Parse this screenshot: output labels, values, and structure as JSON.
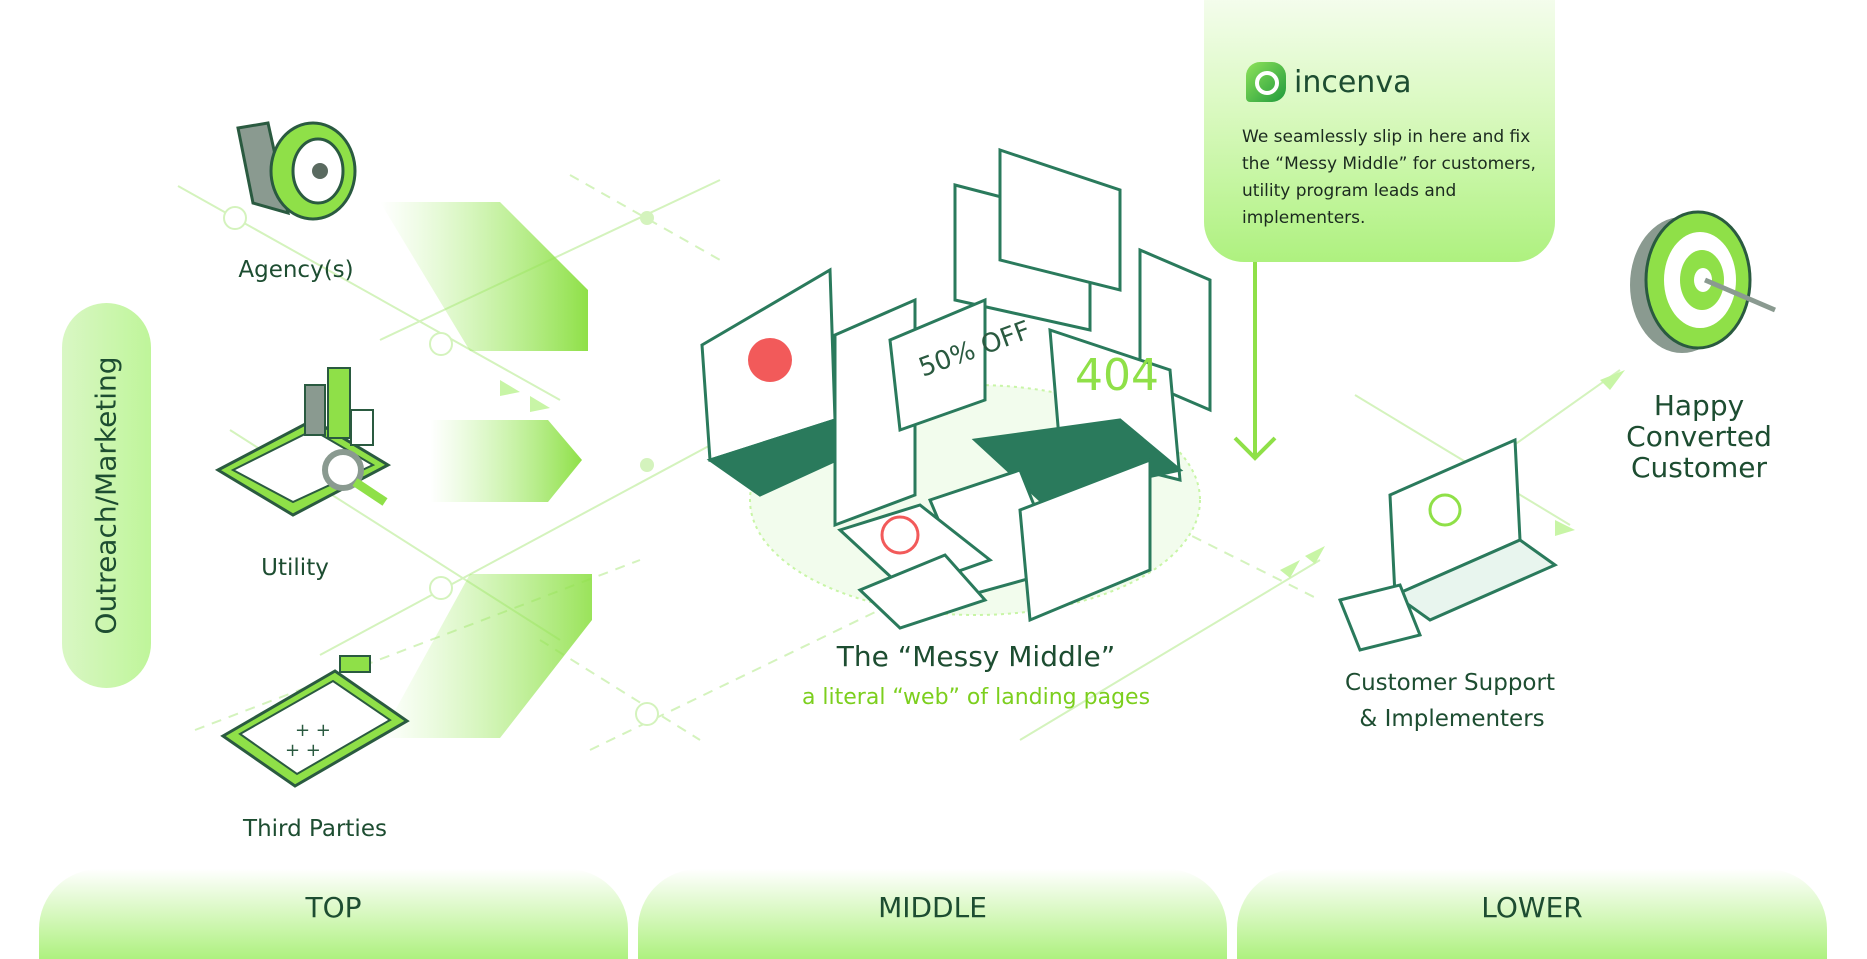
{
  "sidebar_label": "Outreach/Marketing",
  "sources": [
    {
      "label": "Agency(s)",
      "icon": "megaphone-icon"
    },
    {
      "label": "Utility",
      "icon": "chart-magnifier-icon"
    },
    {
      "label": "Third Parties",
      "icon": "clipboard-plan-icon"
    }
  ],
  "callout": {
    "brand": "incenva",
    "text": "We seamlessly slip in here and fix the “Messy Middle” for customers, utility program leads and implementers."
  },
  "middle": {
    "title": "The “Messy Middle”",
    "subtitle": "a literal “web” of landing pages",
    "illustration_text": {
      "discount": "50% OFF",
      "error": "404"
    }
  },
  "support": {
    "line1": "Customer Support",
    "line2": "& Implementers"
  },
  "goal": {
    "line1": "Happy",
    "line2": "Converted",
    "line3": "Customer"
  },
  "stages": [
    "TOP",
    "MIDDLE",
    "LOWER"
  ],
  "colors": {
    "dark": "#1d4d31",
    "accent": "#7ccf1e",
    "light": "#c8f5a6",
    "teal": "#2a7a5c"
  }
}
